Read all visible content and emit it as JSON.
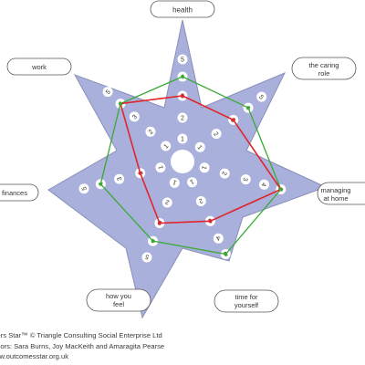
{
  "labels": {
    "health": "health",
    "the_caring_role_line1": "the caring",
    "the_caring_role_line2": "role",
    "managing_at_home_line1": "managing",
    "managing_at_home_line2": "at home",
    "time_for_yourself_line1": "time for",
    "time_for_yourself_line2": "yourself",
    "how_you_feel_line1": "how you",
    "how_you_feel_line2": "feel",
    "finances": "finances",
    "work": "work"
  },
  "footer": {
    "line1": "rers Star™ © Triangle Consulting Social Enterprise Ltd",
    "line2": "thors: Sara Burns, Joy MacKeith and Amaragita Pearse",
    "line3": "ww.outcomesstar.org.uk"
  },
  "colors": {
    "star_fill": "#a9b0dc",
    "star_stroke": "#8a8fb8",
    "red_line": "#e0262d",
    "green_line": "#3aa935",
    "label_stroke": "#555555"
  },
  "chart_data": {
    "type": "radar",
    "scale": [
      1,
      2,
      3,
      4,
      5
    ],
    "categories": [
      "health",
      "the caring role",
      "managing at home",
      "time for yourself",
      "how you feel",
      "finances",
      "work"
    ],
    "series": [
      {
        "color": "red",
        "values": [
          3,
          3,
          5,
          3,
          3,
          2,
          4
        ]
      },
      {
        "color": "green",
        "values": [
          4,
          4,
          5,
          5,
          4,
          4,
          4
        ]
      }
    ]
  }
}
